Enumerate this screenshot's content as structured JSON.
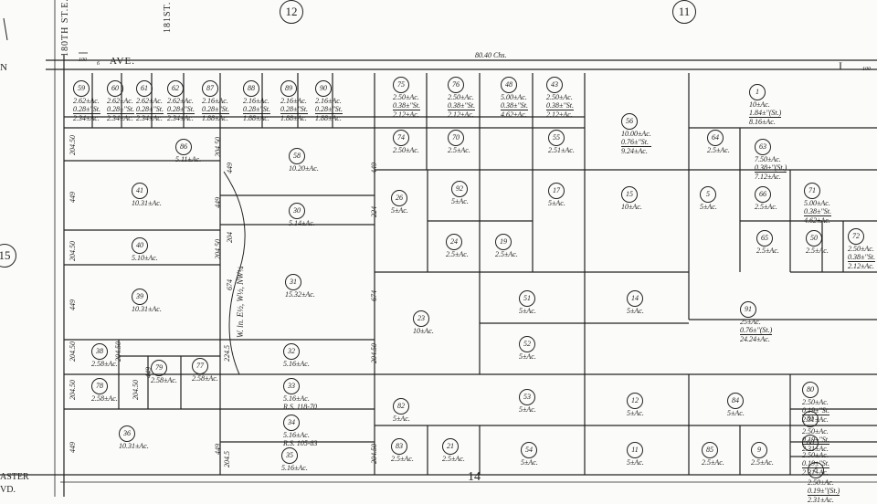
{
  "sheet": {
    "section_left": "15",
    "section_top_mid": "12",
    "section_top_right": "11",
    "section_bottom": "14",
    "street_180th": "180TH ST.E.",
    "street_181st": "181ST. ST.E.",
    "ave": "AVE.",
    "ave_num": "100",
    "chains": "80.40 Chs.",
    "lancaster": "ASTER",
    "blvd": "VD.",
    "right_mark": "I",
    "right_num": "100",
    "north_mark": "N",
    "note_small": "6"
  },
  "parcels": [
    {
      "id": "59",
      "area": "2.62±Ac.",
      "sub": "0.28±\"St.",
      "net": "2.34±Ac."
    },
    {
      "id": "60",
      "area": "2.62±Ac.",
      "sub": "0.28±\"St.",
      "net": "2.34±Ac."
    },
    {
      "id": "61",
      "area": "2.62±Ac.",
      "sub": "0.28±\"St.",
      "net": "2.34±Ac."
    },
    {
      "id": "62",
      "area": "2.62±Ac.",
      "sub": "0.28±\"St.",
      "net": "2.34±Ac."
    },
    {
      "id": "87",
      "area": "2.16±Ac.",
      "sub": "0.28±\"St.",
      "net": "1.88±Ac."
    },
    {
      "id": "88",
      "area": "2.16±Ac.",
      "sub": "0.28±\"St.",
      "net": "1.88±Ac."
    },
    {
      "id": "89",
      "area": "2.16±Ac.",
      "sub": "0.28±\"St.",
      "net": "1.88±Ac."
    },
    {
      "id": "90",
      "area": "2.16±Ac.",
      "sub": "0.28±\"St.",
      "net": "1.88±Ac."
    },
    {
      "id": "75",
      "area": "2.50±Ac.",
      "sub": "0.38±\"St.",
      "net": "2.12±Ac."
    },
    {
      "id": "76",
      "area": "2.50±Ac.",
      "sub": "0.38±\"St.",
      "net": "2.12±Ac."
    },
    {
      "id": "48",
      "area": "5.00±Ac.",
      "sub": "0.38±\"St.",
      "net": "4.62±Ac."
    },
    {
      "id": "43",
      "area": "2.50±Ac.",
      "sub": "0.38±\"St.",
      "net": "2.12±Ac."
    },
    {
      "id": "56",
      "area": "10.00±Ac.",
      "sub": "0.76±\"St.",
      "net": "9.24±Ac."
    },
    {
      "id": "1",
      "area": "10±Ac.",
      "sub": "1.84±\"(St.)",
      "net": "8.16±Ac."
    },
    {
      "id": "64",
      "area": "2.5±Ac."
    },
    {
      "id": "63",
      "area": "7.50±Ac.",
      "sub": "0.38±\"(St.)",
      "net": "7.12±Ac."
    },
    {
      "id": "86",
      "area": "5.11±Ac."
    },
    {
      "id": "58",
      "area": "10.20±Ac."
    },
    {
      "id": "74",
      "area": "2.50±Ac."
    },
    {
      "id": "70",
      "area": "2.5±Ac."
    },
    {
      "id": "55",
      "area": "2.51±Ac."
    },
    {
      "id": "41",
      "area": "10.31±Ac."
    },
    {
      "id": "30",
      "area": "5.14±Ac."
    },
    {
      "id": "26",
      "area": "5±Ac."
    },
    {
      "id": "92",
      "area": "5±Ac."
    },
    {
      "id": "17",
      "area": "5±Ac."
    },
    {
      "id": "15",
      "area": "10±Ac."
    },
    {
      "id": "5",
      "area": "5±Ac."
    },
    {
      "id": "66",
      "area": "2.5±Ac."
    },
    {
      "id": "71",
      "area": "5.00±Ac.",
      "sub": "0.38±\"St.",
      "net": "4.62±Ac."
    },
    {
      "id": "24",
      "area": "2.5±Ac."
    },
    {
      "id": "19",
      "area": "2.5±Ac."
    },
    {
      "id": "40",
      "area": "5.10±Ac."
    },
    {
      "id": "65",
      "area": "2.5±Ac."
    },
    {
      "id": "50",
      "area": "2.5±Ac."
    },
    {
      "id": "72",
      "area": "2.50±Ac.",
      "sub": "0.38±\"St.",
      "net": "2.12±Ac."
    },
    {
      "id": "31",
      "area": "15.32±Ac."
    },
    {
      "id": "39",
      "area": "10.31±Ac."
    },
    {
      "id": "51",
      "area": "5±Ac."
    },
    {
      "id": "14",
      "area": "5±Ac."
    },
    {
      "id": "23",
      "area": "10±Ac."
    },
    {
      "id": "91",
      "area": "25±Ac.",
      "sub": "0.76±\"(St.)",
      "net": "24.24±Ac."
    },
    {
      "id": "52",
      "area": "5±Ac."
    },
    {
      "id": "38",
      "area": "2.58±Ac."
    },
    {
      "id": "79",
      "area": "2.58±Ac."
    },
    {
      "id": "77",
      "area": "2.58±Ac."
    },
    {
      "id": "32",
      "area": "5.16±Ac."
    },
    {
      "id": "33",
      "area": "5.16±Ac.",
      "note": "R.S. 118-70"
    },
    {
      "id": "78",
      "area": "2.58±Ac."
    },
    {
      "id": "53",
      "area": "5±Ac."
    },
    {
      "id": "12",
      "area": "5±Ac."
    },
    {
      "id": "84",
      "area": "5±Ac."
    },
    {
      "id": "80",
      "area": "2.50±Ac.",
      "sub": "0.19±\"St.",
      "net": "2.31±Ac."
    },
    {
      "id": "81",
      "area": "2.50±Ac.",
      "sub": "0.19±\"St.",
      "net": "2.31±Ac."
    },
    {
      "id": "82",
      "area": "5±Ac."
    },
    {
      "id": "34",
      "area": "5.16±Ac.",
      "note": "R.S. 105-83"
    },
    {
      "id": "36",
      "area": "10.31±Ac."
    },
    {
      "id": "68",
      "area": "2.50±Ac.",
      "sub": "0.19±\"St.",
      "net": "2.31±Ac."
    },
    {
      "id": "83",
      "area": "2.5±Ac."
    },
    {
      "id": "21",
      "area": "2.5±Ac."
    },
    {
      "id": "54",
      "area": "5±Ac."
    },
    {
      "id": "11",
      "area": "5±Ac."
    },
    {
      "id": "85",
      "area": "2.5±Ac."
    },
    {
      "id": "9",
      "area": "2.5±Ac."
    },
    {
      "id": "35",
      "area": "5.16±Ac."
    },
    {
      "id": "8",
      "area": "2.50±Ac.",
      "sub": "0.19±\"(St.)",
      "net": "2.31±Ac."
    }
  ],
  "dims": {
    "d1": "204.50",
    "d2": "449",
    "d3": "204.50",
    "d4": "449",
    "d5": "204.50",
    "d6": "204.50",
    "d7": "449",
    "d8": "204.50",
    "d9": "449",
    "d10": "449",
    "d11": "204",
    "d12": "674",
    "d13": "204.50",
    "d14": "224.5",
    "d15": "449",
    "d16": "674",
    "d17": "449",
    "d18": "224",
    "d19": "204.50",
    "d20": "204.50",
    "d21": "204.50",
    "d22": "204.50",
    "d23": "449",
    "d24": "204.5",
    "curve": "W. ln. E½, W½, NW¼"
  }
}
